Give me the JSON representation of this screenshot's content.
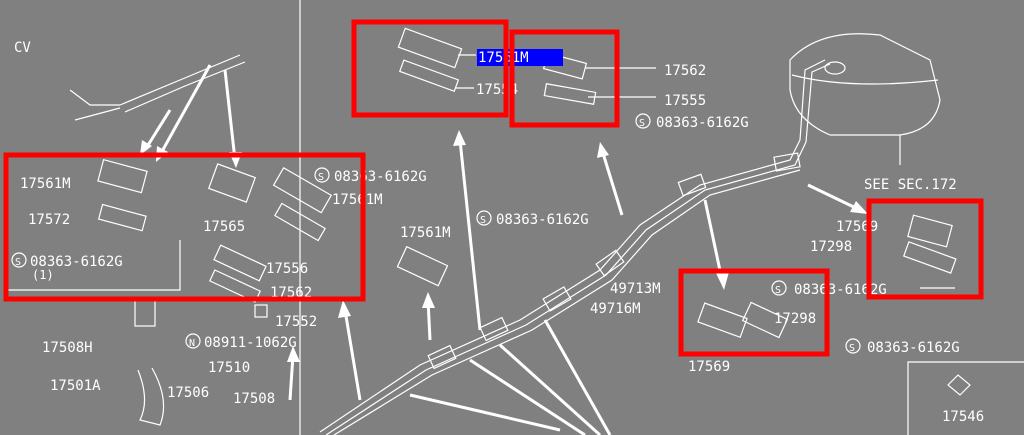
{
  "diagram": {
    "labels": {
      "cv": "CV",
      "l1": "17561M",
      "l2": "17572",
      "l3": "17565",
      "l4": "08363-6162G",
      "l5": "17561M",
      "l6": "08363-6162G",
      "l6b": "(1)",
      "l7": "17556",
      "l8": "17562",
      "l9": "17552",
      "l10": "17508H",
      "l11": "08911-1062G",
      "l12": "17510",
      "l13": "17501A",
      "l14": "17506",
      "l15": "17508",
      "l16": "17561M",
      "l17": "08363-6162G",
      "top1": "17561M",
      "top2": "17554",
      "top3": "17562",
      "top4": "17555",
      "top5": "08363-6162G",
      "see": "SEE SEC.172",
      "r1": "17569",
      "r2": "17298",
      "r3": "49713M",
      "r4": "49716M",
      "r5": "08363-6162G",
      "r6": "17298",
      "r7": "08363-6162G",
      "r8": "17569",
      "r9": "17546"
    },
    "markers": {
      "s": "S",
      "n": "N"
    },
    "highlight_color": "#0000ff",
    "box_color": "#ff0000"
  }
}
